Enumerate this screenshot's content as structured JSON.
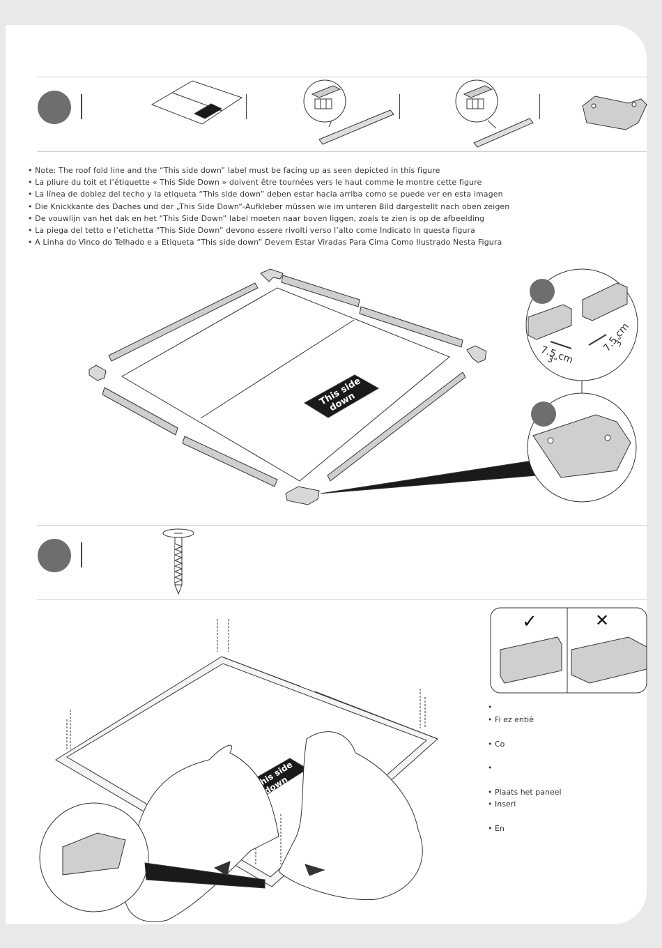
{
  "notes": [
    "• Note: The roof fold line and the “This side down” label must be facing up as seen depicted in this figure",
    "• La pliure du toit et l’étiquette « This Side Down » doivent être tournées vers le haut comme le montre cette figure",
    "• La línea de doblez del techo y la etiqueta “This side down” deben estar hacia arriba como se puede ver en esta imagen",
    "• Die Knickkante des Daches und der „This Side Down“-Aufkleber müssen wie im unteren Bild dargestellt nach oben zeigen",
    "• De vouwlijn van het dak en het “This Side Down” label moeten naar boven liggen, zoals te zien is op de afbeelding",
    "• La piega del tetto e l’etichetta “This Side Down” devono essere rivolti verso l’alto come Indicato In questa figura",
    "• A Linha do Vinco do Telhado e a Etiqueta “This side down” Devem Estar Viradas Para Cima Como Ilustrado Nesta Figura"
  ],
  "label_this_side_down": [
    "This side",
    "down"
  ],
  "dimension": {
    "metric": "7.5 cm",
    "imperial": "3\""
  },
  "check_mark": "✓",
  "cross_mark": "✕",
  "right_bullets": [
    "•",
    "• Fi  ez entiè",
    "• Co",
    "•",
    "• Plaats het paneel",
    "• Inseri",
    "• En"
  ],
  "colors": {
    "step_circle": "#6e6e6e",
    "label_bg": "#1a1a1a",
    "profile_fill": "#c8c8c8",
    "line": "#333333"
  }
}
